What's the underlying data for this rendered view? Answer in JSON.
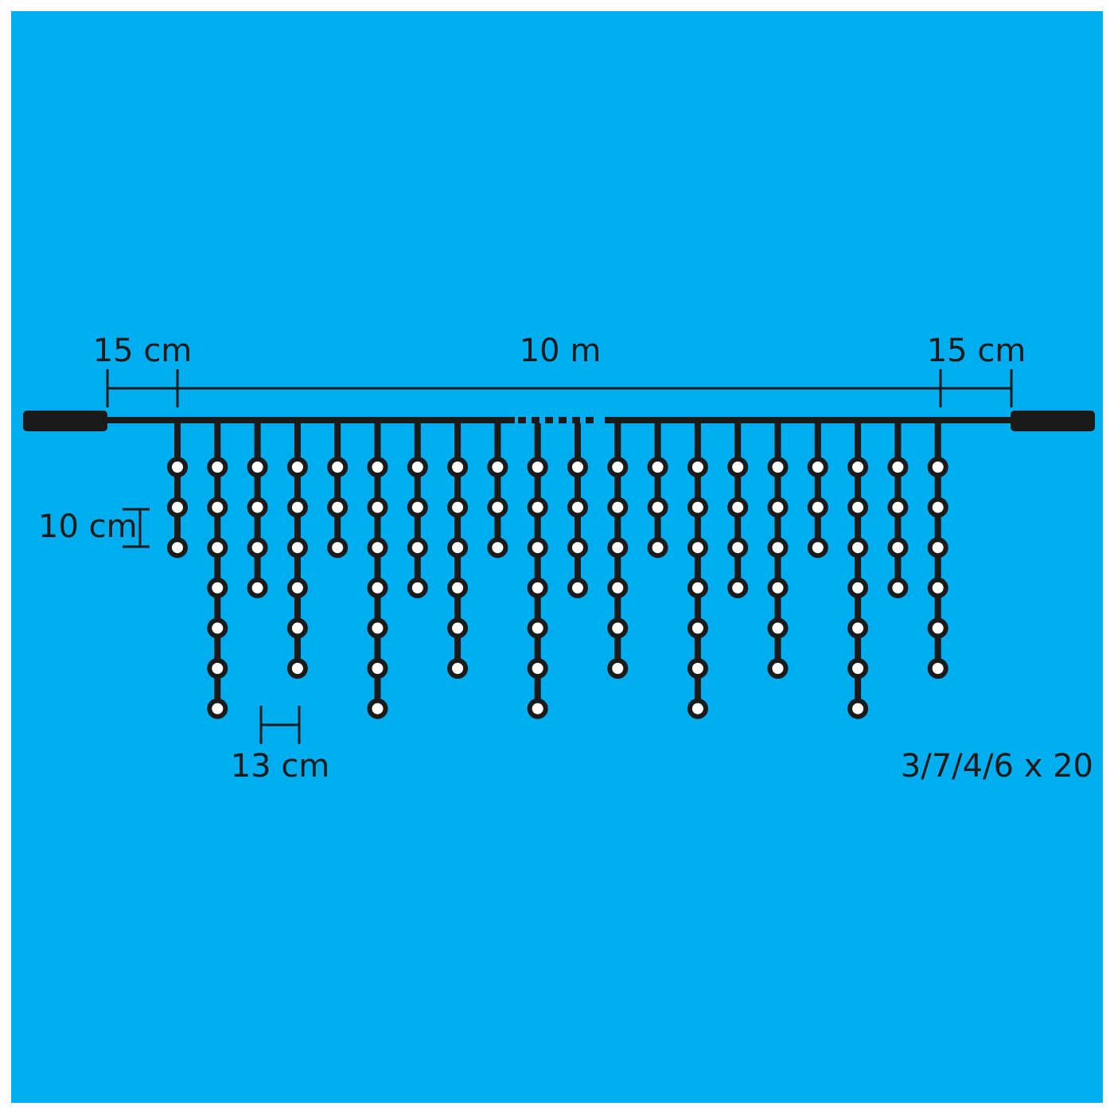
{
  "colors": {
    "background": "#00adef",
    "wire": "#1a1a1a",
    "bulb_fill": "#ffffff",
    "frame": "#ffffff"
  },
  "labels": {
    "left_lead": "15 cm",
    "main_length": "10 m",
    "right_lead": "15 cm",
    "drop_spacing": "10 cm",
    "strand_spacing": "13 cm",
    "pattern": "3/7/4/6 x 20"
  },
  "strands": {
    "count": 20,
    "pattern": [
      3,
      7,
      4,
      6
    ]
  }
}
